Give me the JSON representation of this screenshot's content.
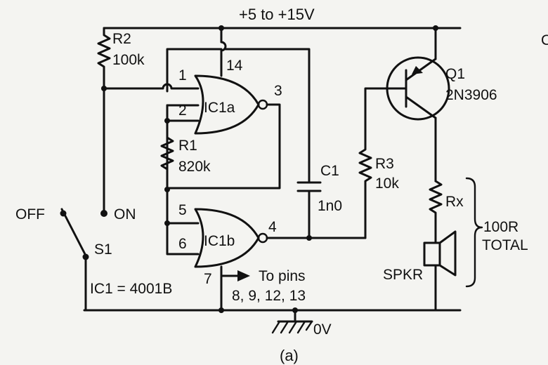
{
  "supply": {
    "label": "+5 to +15V"
  },
  "ground": {
    "label": "0V"
  },
  "caption": "(a)",
  "edge_fragment": "C",
  "switch": {
    "name": "S1",
    "off_label": "OFF",
    "on_label": "ON"
  },
  "ic_note": "IC1 = 4001B",
  "gates": {
    "a": {
      "name": "IC1a",
      "pin_in1": "1",
      "pin_in2": "2",
      "pin_out": "3",
      "pin_vdd": "14"
    },
    "b": {
      "name": "IC1b",
      "pin_in1": "5",
      "pin_in2": "6",
      "pin_out": "4",
      "pin_vss": "7"
    }
  },
  "pins_note": {
    "line1": "To pins",
    "line2": "8, 9, 12, 13"
  },
  "components": {
    "r2": {
      "name": "R2",
      "value": "100k"
    },
    "r1": {
      "name": "R1",
      "value": "820k"
    },
    "r3": {
      "name": "R3",
      "value": "10k"
    },
    "c1": {
      "name": "C1",
      "value": "1n0"
    },
    "q1": {
      "name": "Q1",
      "value": "2N3906"
    },
    "rx": {
      "name": "Rx"
    },
    "spkr": {
      "name": "SPKR"
    }
  },
  "total_note": {
    "line1": "100R",
    "line2": "TOTAL"
  }
}
